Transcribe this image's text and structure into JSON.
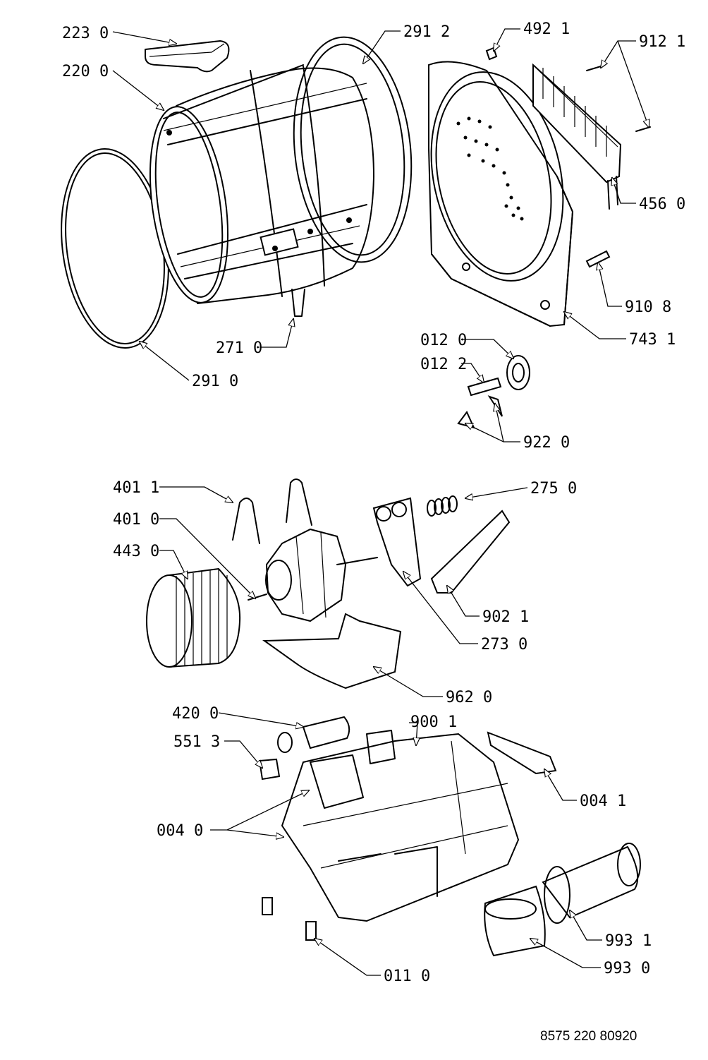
{
  "labels": {
    "p223_0": "223 0",
    "p220_0": "220 0",
    "p291_2": "291 2",
    "p492_1": "492 1",
    "p912_1": "912 1",
    "p456_0": "456 0",
    "p910_8": "910 8",
    "p743_1": "743 1",
    "p271_0": "271 0",
    "p291_0": "291 0",
    "p012_0": "012 0",
    "p012_2": "012 2",
    "p922_0": "922 0",
    "p401_1": "401 1",
    "p401_0": "401 0",
    "p443_0": "443 0",
    "p275_0": "275 0",
    "p902_1": "902 1",
    "p273_0": "273 0",
    "p962_0": "962 0",
    "p420_0": "420 0",
    "p900_1": "900 1",
    "p551_3": "551 3",
    "p004_1": "004 1",
    "p004_0": "004 0",
    "p993_1": "993 1",
    "p993_0": "993 0",
    "p011_0": "011 0"
  },
  "doc_code": "8575 220 80920"
}
